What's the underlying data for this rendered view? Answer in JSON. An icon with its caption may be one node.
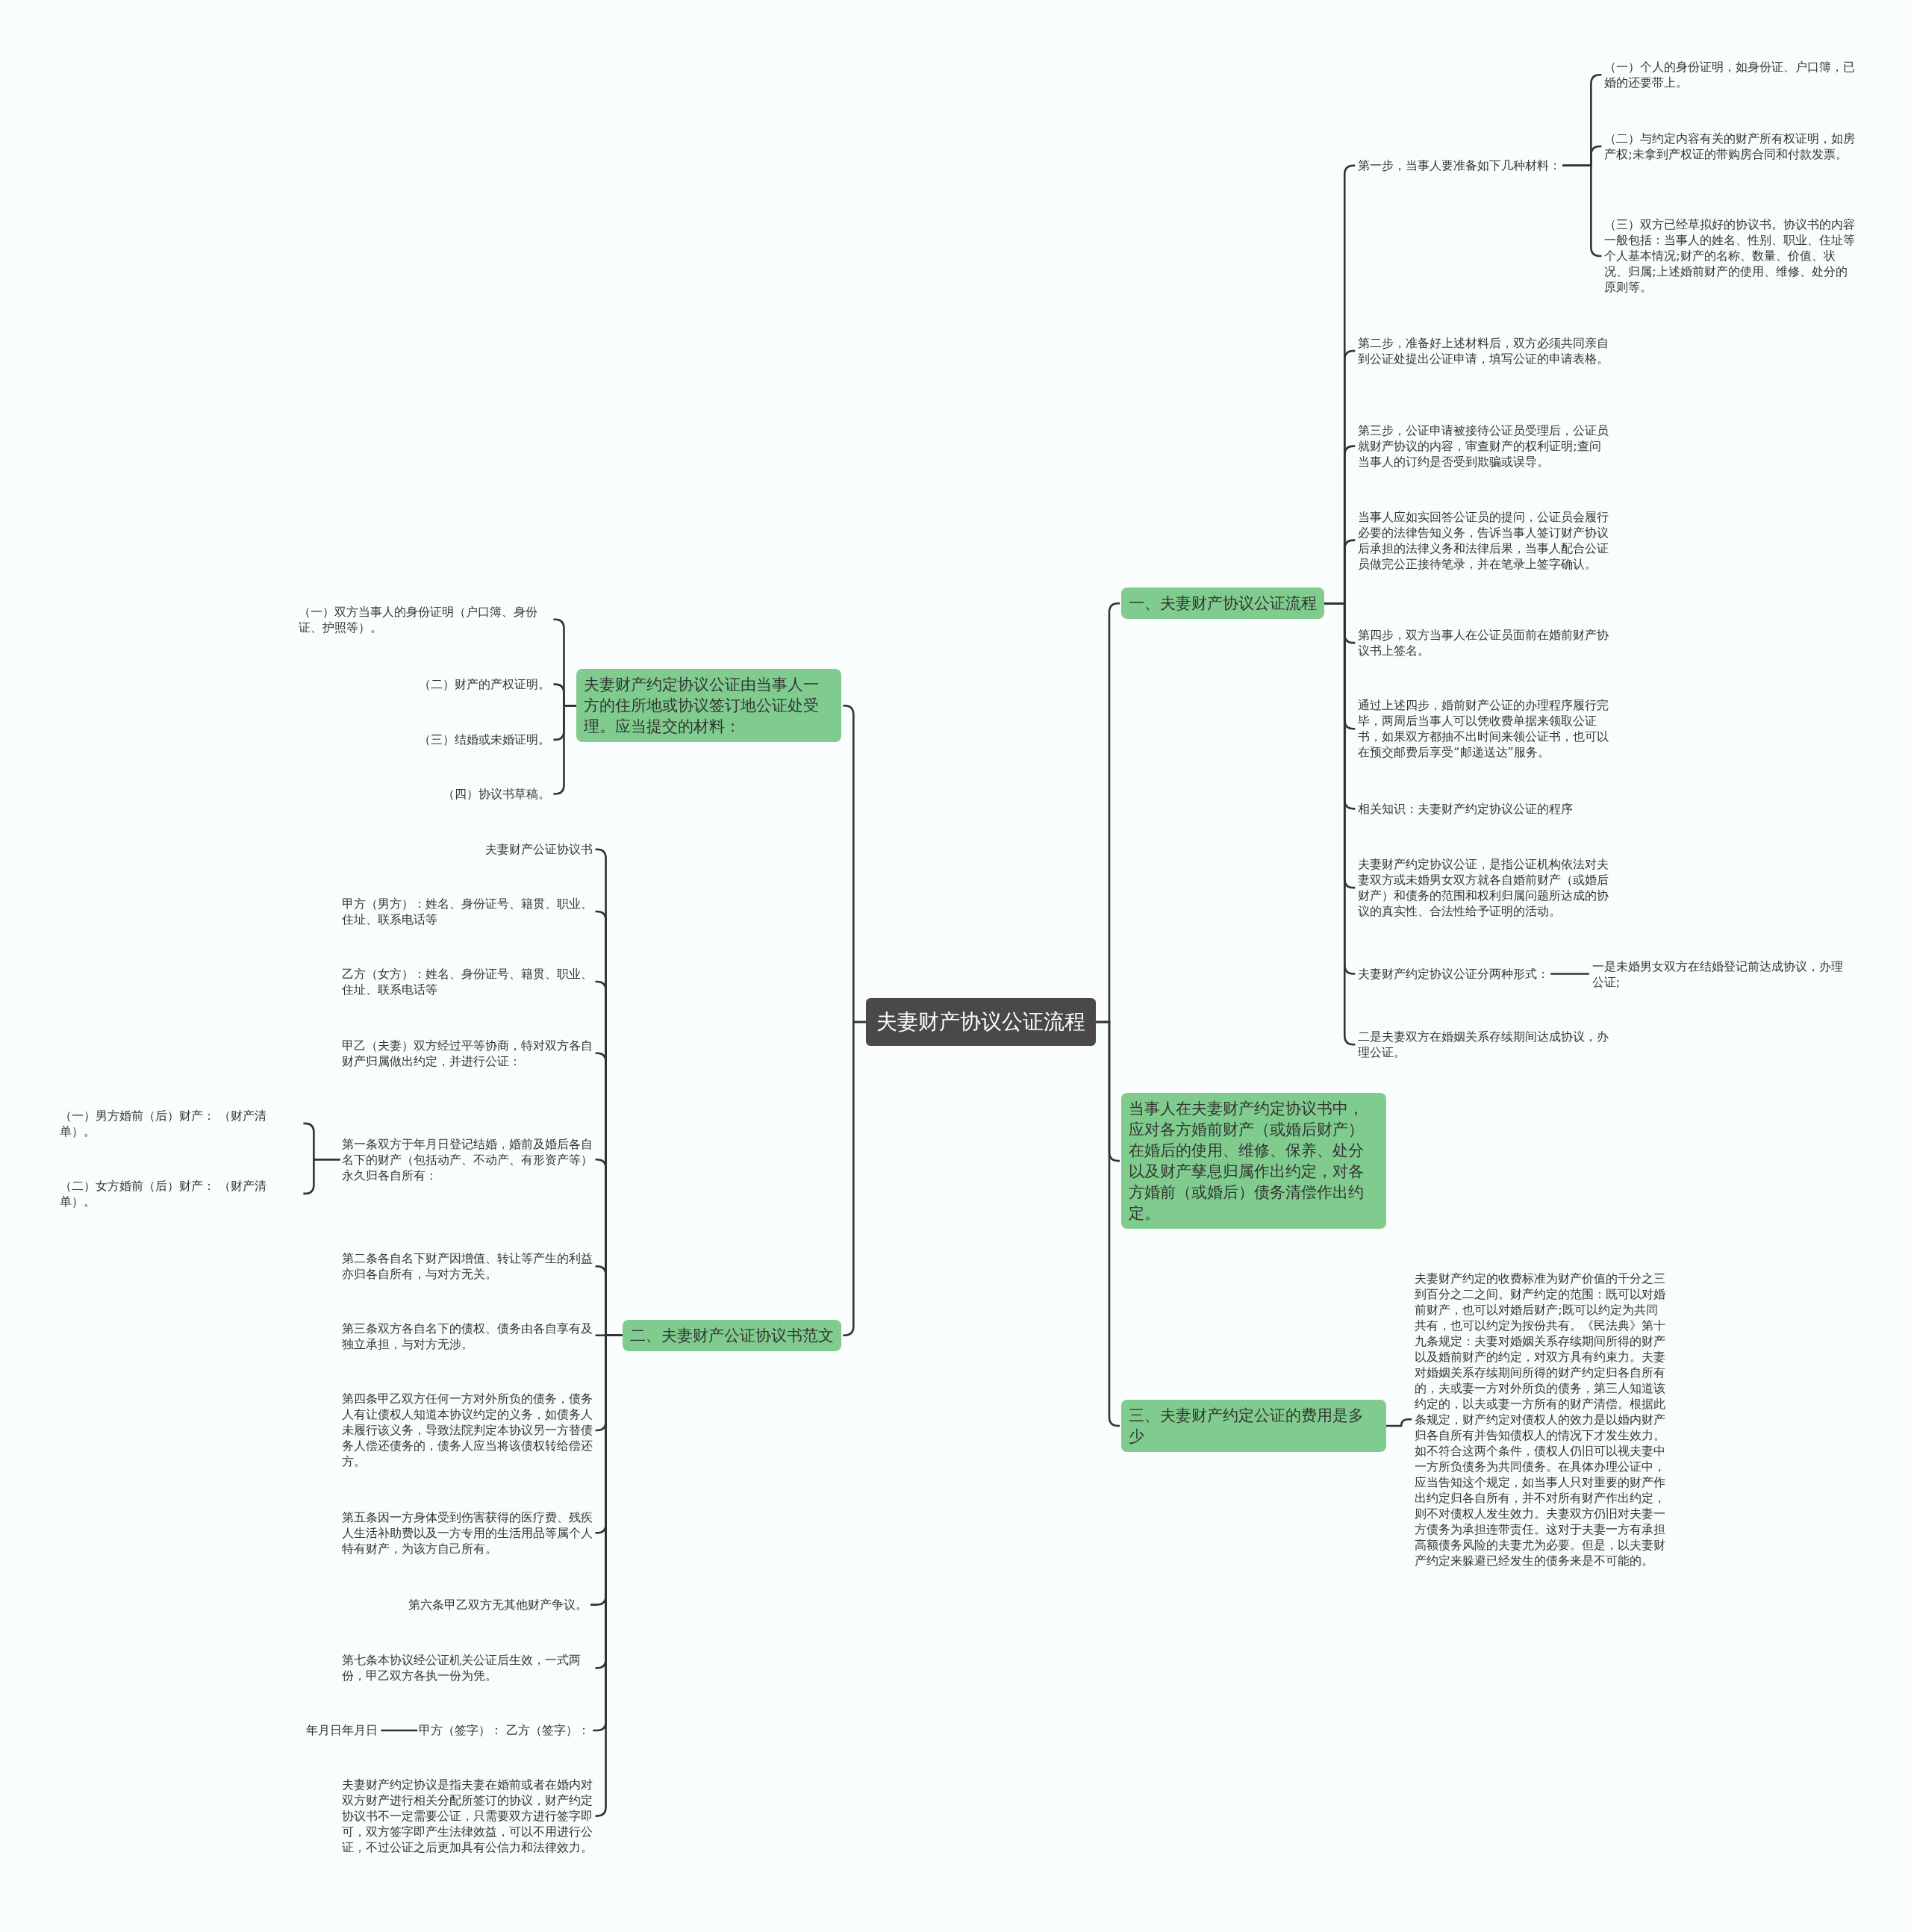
{
  "diagram": {
    "nodes": [
      {
        "text": [
          "夫妻财产协议公证流程"
        ]
      },
      {
        "text": [
          "一、夫妻财产协议公证流程"
        ]
      },
      {
        "text": [
          "第一步，当事人要准备如下几种材料："
        ]
      },
      {
        "text": [
          "（一）个人的身份证明，如身份证、户口簿，已婚的还要带上。"
        ]
      },
      {
        "text": [
          "（二）与约定内容有关的财产所有权证明，如房产权;未拿到产权证的带购房合同和付款发票。"
        ]
      },
      {
        "text": [
          "（三）双方已经草拟好的协议书。协议书的内容一般包括：当事人的姓名、性别、职业、住址等个人基本情况;财产的名称、数量、价值、状况、归属;上述婚前财产的使用、维修、处分的原则等。"
        ]
      },
      {
        "text": [
          "第二步，准备好上述材料后，双方必须共同亲自到公证处提出公证申请，填写公证的申请表格。"
        ]
      },
      {
        "text": [
          "第三步，公证申请被接待公证员受理后，公证员就财产协议的内容，审查财产的权利证明;查问当事人的订约是否受到欺骗或误导。"
        ]
      },
      {
        "text": [
          "当事人应如实回答公证员的提问，公证员会履行必要的法律告知义务，告诉当事人签订财产协议后承担的法律义务和法律后果，当事人配合公证员做完公正接待笔录，并在笔录上签字确认。"
        ]
      },
      {
        "text": [
          "第四步，双方当事人在公证员面前在婚前财产协议书上签名。"
        ]
      },
      {
        "text": [
          "通过上述四步，婚前财产公证的办理程序履行完毕，两周后当事人可以凭收费单据来领取公证书，如果双方都抽不出时间来领公证书，也可以在预交邮费后享受“邮递送达”服务。"
        ]
      },
      {
        "text": [
          "相关知识：夫妻财产约定协议公证的程序"
        ]
      },
      {
        "text": [
          "夫妻财产约定协议公证，是指公证机构依法对夫妻双方或未婚男女双方就各自婚前财产（或婚后财产）和债务的范围和权利归属问题所达成的协议的真实性、合法性给予证明的活动。"
        ]
      },
      {
        "text": [
          "夫妻财产约定协议公证分两种形式："
        ]
      },
      {
        "text": [
          "一是未婚男女双方在结婚登记前达成协议，办理公证;"
        ]
      },
      {
        "text": [
          "二是夫妻双方在婚姻关系存续期间达成协议，办理公证。"
        ]
      },
      {
        "text": [
          "当事人在夫妻财产约定协议书中，应对各方婚前财产（或婚后财产）在婚后的使用、维修、保养、处分以及财产孳息归属作出约定，对各方婚前（或婚后）债务清偿作出约定。"
        ]
      },
      {
        "text": [
          "三、夫妻财产约定公证的费用是多少"
        ]
      },
      {
        "text": [
          "夫妻财产约定的收费标准为财产价值的千分之三到百分之二之间。财产约定的范围：既可以对婚前财产，也可以对婚后财产;既可以约定为共同共有，也可以约定为按份共有。《民法典》第十九条规定：夫妻对婚姻关系存续期间所得的财产以及婚前财产的约定，对双方具有约束力。夫妻对婚姻关系存续期间所得的财产约定归各自所有的，夫或妻一方对外所负的债务，第三人知道该约定的，以夫或妻一方所有的财产清偿。根据此条规定，财产约定对债权人的效力是以婚内财产归各自所有并告知债权人的情况下才发生效力。如不符合这两个条件，债权人仍旧可以视夫妻中一方所负债务为共同债务。在具体办理公证中，应当告知这个规定，如当事人只对重要的财产作出约定归各自所有，并不对所有财产作出约定，则不对债权人发生效力。夫妻双方仍旧对夫妻一方债务为承担连带责任。这对于夫妻一方有承担高额债务风险的夫妻尤为必要。但是，以夫妻财产约定来躲避已经发生的债务来是不可能的。"
        ]
      },
      {
        "text": [
          "夫妻财产约定协议公证由当事人一方的住所地或协议签订地公证处受理。应当提交的材料："
        ]
      },
      {
        "text": [
          "（一）双方当事人的身份证明（户口簿、身份证、护照等）。"
        ]
      },
      {
        "text": [
          "（二）财产的产权证明。"
        ]
      },
      {
        "text": [
          "（三）结婚或未婚证明。"
        ]
      },
      {
        "text": [
          "（四）协议书草稿。"
        ]
      },
      {
        "text": [
          "二、夫妻财产公证协议书范文"
        ]
      },
      {
        "text": [
          "夫妻财产公证协议书"
        ]
      },
      {
        "text": [
          "甲方（男方）：姓名、身份证号、籍贯、职业、住址、联系电话等"
        ]
      },
      {
        "text": [
          "乙方（女方）：姓名、身份证号、籍贯、职业、住址、联系电话等"
        ]
      },
      {
        "text": [
          "甲乙（夫妻）双方经过平等协商，特对双方各自财产归属做出约定，并进行公证："
        ]
      },
      {
        "text": [
          "第一条双方于年月日登记结婚，婚前及婚后各自名下的财产（包括动产、不动产、有形资产等）永久归各自所有："
        ]
      },
      {
        "text": [
          "（一）男方婚前（后）财产： （财产清单）。"
        ]
      },
      {
        "text": [
          "（二）女方婚前（后）财产： （财产清单）。"
        ]
      },
      {
        "text": [
          "第二条各自名下财产因增值、转让等产生的利益亦归各自所有，与对方无关。"
        ]
      },
      {
        "text": [
          "第三条双方各自名下的债权、债务由各自享有及独立承担，与对方无涉。"
        ]
      },
      {
        "text": [
          "第四条甲乙双方任何一方对外所负的债务，债务人有让债权人知道本协议约定的义务，如债务人未履行该义务，导致法院判定本协议另一方替债务人偿还债务的，债务人应当将该债权转给偿还方。"
        ]
      },
      {
        "text": [
          "第五条因一方身体受到伤害获得的医疗费、残疾人生活补助费以及一方专用的生活用品等属个人特有财产，为该方自己所有。"
        ]
      },
      {
        "text": [
          "第六条甲乙双方无其他财产争议。"
        ]
      },
      {
        "text": [
          "第七条本协议经公证机关公证后生效，一式两份，甲乙双方各执一份为凭。"
        ]
      },
      {
        "text": [
          "甲方（签字）： 乙方（签字）："
        ]
      },
      {
        "text": [
          "年月日年月日"
        ]
      },
      {
        "text": [
          "夫妻财产约定协议是指夫妻在婚前或者在婚内对双方财产进行相关分配所签订的协议，财产约定协议书不一定需要公证，只需要双方进行签字即可，双方签字即产生法律效益，可以不用进行公证，不过公证之后更加具有公信力和法律效力。"
        ]
      }
    ],
    "edges": [
      {
        "from": 0,
        "to": 1,
        "arrow": "none"
      },
      {
        "from": 1,
        "to": 2,
        "arrow": "none"
      },
      {
        "from": 2,
        "to": 3,
        "arrow": "none"
      },
      {
        "from": 2,
        "to": 4,
        "arrow": "none"
      },
      {
        "from": 2,
        "to": 5,
        "arrow": "none"
      },
      {
        "from": 1,
        "to": 6,
        "arrow": "none"
      },
      {
        "from": 1,
        "to": 7,
        "arrow": "none"
      },
      {
        "from": 1,
        "to": 8,
        "arrow": "none"
      },
      {
        "from": 1,
        "to": 9,
        "arrow": "none"
      },
      {
        "from": 1,
        "to": 10,
        "arrow": "none"
      },
      {
        "from": 1,
        "to": 11,
        "arrow": "none"
      },
      {
        "from": 1,
        "to": 12,
        "arrow": "none"
      },
      {
        "from": 1,
        "to": 13,
        "arrow": "none"
      },
      {
        "from": 13,
        "to": 14,
        "arrow": "none"
      },
      {
        "from": 1,
        "to": 15,
        "arrow": "none"
      },
      {
        "from": 0,
        "to": 16,
        "arrow": "none"
      },
      {
        "from": 0,
        "to": 17,
        "arrow": "none"
      },
      {
        "from": 17,
        "to": 18,
        "arrow": "none"
      },
      {
        "from": 0,
        "to": 19,
        "arrow": "none"
      },
      {
        "from": 19,
        "to": 20,
        "arrow": "none"
      },
      {
        "from": 19,
        "to": 21,
        "arrow": "none"
      },
      {
        "from": 19,
        "to": 22,
        "arrow": "none"
      },
      {
        "from": 19,
        "to": 23,
        "arrow": "none"
      },
      {
        "from": 0,
        "to": 24,
        "arrow": "none"
      },
      {
        "from": 24,
        "to": 25,
        "arrow": "none"
      },
      {
        "from": 24,
        "to": 26,
        "arrow": "none"
      },
      {
        "from": 24,
        "to": 27,
        "arrow": "none"
      },
      {
        "from": 24,
        "to": 28,
        "arrow": "none"
      },
      {
        "from": 24,
        "to": 29,
        "arrow": "none"
      },
      {
        "from": 29,
        "to": 30,
        "arrow": "none"
      },
      {
        "from": 29,
        "to": 31,
        "arrow": "none"
      },
      {
        "from": 24,
        "to": 32,
        "arrow": "none"
      },
      {
        "from": 24,
        "to": 33,
        "arrow": "none"
      },
      {
        "from": 24,
        "to": 34,
        "arrow": "none"
      },
      {
        "from": 24,
        "to": 35,
        "arrow": "none"
      },
      {
        "from": 24,
        "to": 36,
        "arrow": "none"
      },
      {
        "from": 24,
        "to": 37,
        "arrow": "none"
      },
      {
        "from": 24,
        "to": 38,
        "arrow": "none"
      },
      {
        "from": 38,
        "to": 39,
        "arrow": "none"
      },
      {
        "from": 24,
        "to": 40,
        "arrow": "none"
      }
    ]
  }
}
